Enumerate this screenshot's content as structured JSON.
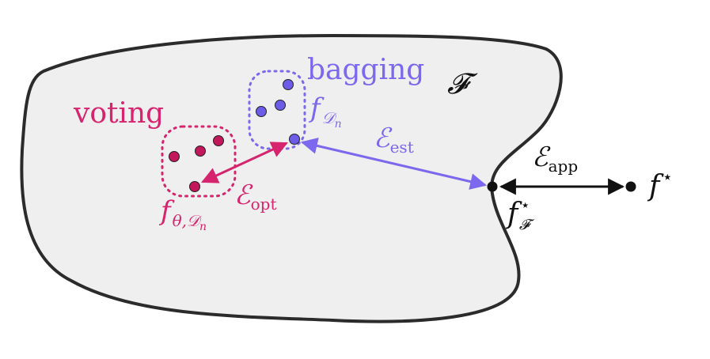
{
  "colors": {
    "region_fill": "#efefef",
    "region_stroke": "#2b2b2b",
    "voting": "#d6246e",
    "voting_point": "#c2185b",
    "bagging": "#7b68ee",
    "bagging_point": "#6d5ce8",
    "black": "#111111"
  },
  "labels": {
    "region": "𝓕",
    "voting": "voting",
    "bagging": "bagging",
    "f_theta_Dn_main": "f",
    "f_theta_Dn_sub": "θ,𝒟",
    "f_theta_Dn_subsub": "n",
    "f_Dn_main": "f",
    "f_Dn_sub": "𝒟",
    "f_Dn_subsub": "n",
    "e_opt_main": "ℰ",
    "e_opt_sub": "opt",
    "e_est_main": "ℰ",
    "e_est_sub": "est",
    "e_app_main": "ℰ",
    "e_app_sub": "app",
    "f_star_main": "f",
    "f_star_sup": "⋆",
    "f_F_star_main": "f",
    "f_F_star_sup": "⋆",
    "f_F_star_sub": "𝓕"
  }
}
